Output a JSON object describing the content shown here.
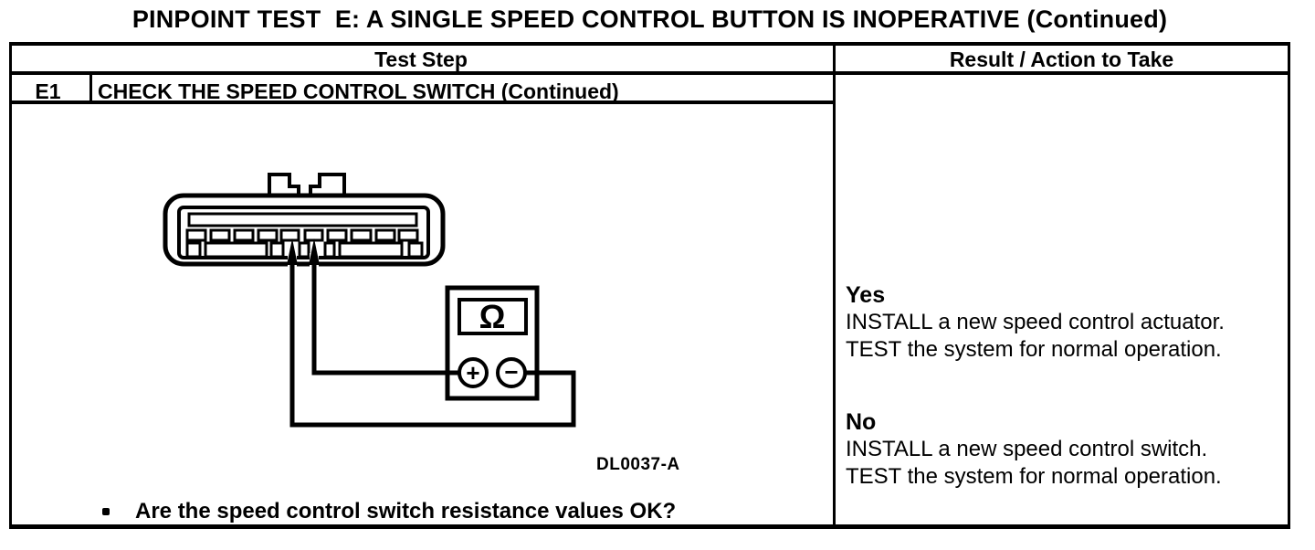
{
  "title": "PINPOINT TEST  E: A SINGLE SPEED CONTROL BUTTON IS INOPERATIVE (Continued)",
  "table": {
    "header": {
      "test_step": "Test Step",
      "result": "Result / Action to Take"
    },
    "step": {
      "id": "E1",
      "name": "CHECK THE SPEED CONTROL SWITCH (Continued)"
    },
    "question": "Are the speed control switch resistance values OK?",
    "results": [
      {
        "answer": "Yes",
        "lines": [
          "INSTALL a new speed control actuator.",
          "TEST the system for normal operation."
        ]
      },
      {
        "answer": "No",
        "lines": [
          "INSTALL a new speed control switch.",
          "TEST the system for normal operation."
        ]
      }
    ]
  },
  "figure": {
    "label": "DL0037-A",
    "meter_symbol": "Ω",
    "meter_positive": "+",
    "meter_negative": "−"
  },
  "colors": {
    "ink": "#000000",
    "paper": "#ffffff"
  }
}
